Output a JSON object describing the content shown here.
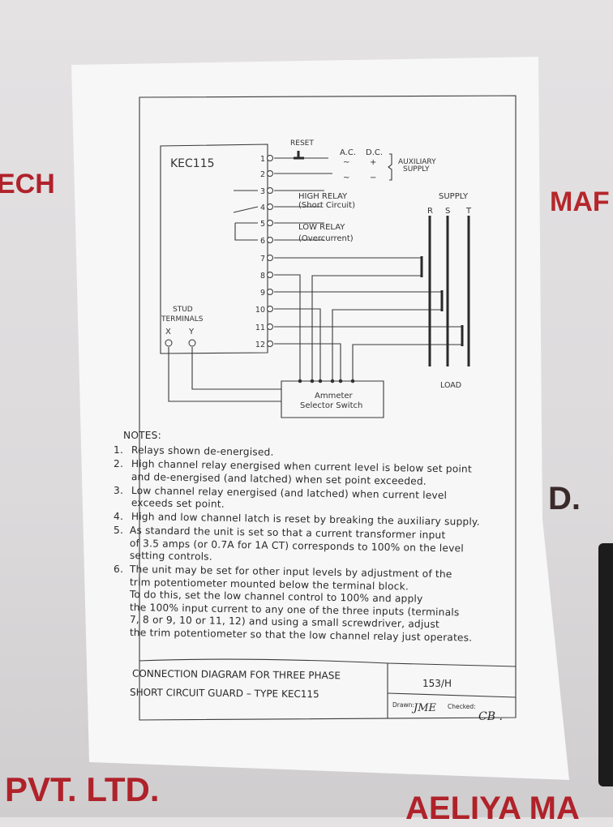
{
  "background": {
    "left_sign": "ECH",
    "right_sign": "MAF",
    "right_mid": "D.",
    "bottom_left": "PVT. LTD.",
    "bottom_right": "AELIYA MA"
  },
  "diagram": {
    "model": "KEC115",
    "reset": "RESET",
    "ac": "A.C.",
    "dc": "D.C.",
    "ac_symbol": "~",
    "dc_plus": "+",
    "dc_minus": "−",
    "auxiliary_1": "AUXILIARY",
    "auxiliary_2": "SUPPLY",
    "terminals": [
      "1",
      "2",
      "3",
      "4",
      "5",
      "6",
      "7",
      "8",
      "9",
      "10",
      "11",
      "12"
    ],
    "high_relay": "HIGH RELAY",
    "high_relay_sub": "(Short Circuit)",
    "low_relay": "LOW RELAY",
    "low_relay_sub": "(Overcurrent)",
    "supply": "SUPPLY",
    "phases": [
      "R",
      "S",
      "T"
    ],
    "load": "LOAD",
    "stud_1": "STUD",
    "stud_2": "TERMINALS",
    "stud_x": "X",
    "stud_y": "Y",
    "ammeter_1": "Ammeter",
    "ammeter_2": "Selector Switch"
  },
  "notes": {
    "heading": "NOTES:",
    "items": [
      {
        "num": "1.",
        "lines": [
          "Relays shown de-energised."
        ]
      },
      {
        "num": "2.",
        "lines": [
          "High channel relay energised when current level is below set point",
          "and de-energised (and latched) when set point exceeded."
        ]
      },
      {
        "num": "3.",
        "lines": [
          "Low channel relay energised (and latched) when current level",
          "exceeds set point."
        ]
      },
      {
        "num": "4.",
        "lines": [
          "High and low channel latch is reset by breaking the auxiliary supply."
        ]
      },
      {
        "num": "5.",
        "lines": [
          "As standard the unit is set so that a current transformer input",
          "of 3.5 amps (or 0.7A for 1A CT) corresponds to 100% on the level",
          "setting controls."
        ]
      },
      {
        "num": "6.",
        "lines": [
          "The unit may be set for other input levels by adjustment of the",
          "trim potentiometer mounted below the terminal block.",
          "To do this, set the low channel control to 100% and apply",
          "the 100% input current to any one of the three inputs (terminals",
          "7, 8 or 9, 10 or 11, 12) and using a small screwdriver, adjust",
          "the trim potentiometer so that the low channel relay just operates."
        ]
      }
    ]
  },
  "title_block": {
    "title_1": "CONNECTION DIAGRAM FOR THREE PHASE",
    "title_2": "SHORT CIRCUIT GUARD – TYPE KEC115",
    "drawing_no": "153/H",
    "drawn_label": "Drawn:",
    "drawn_by": "JME",
    "checked_label": "Checked:",
    "checked_by": "CB ."
  }
}
